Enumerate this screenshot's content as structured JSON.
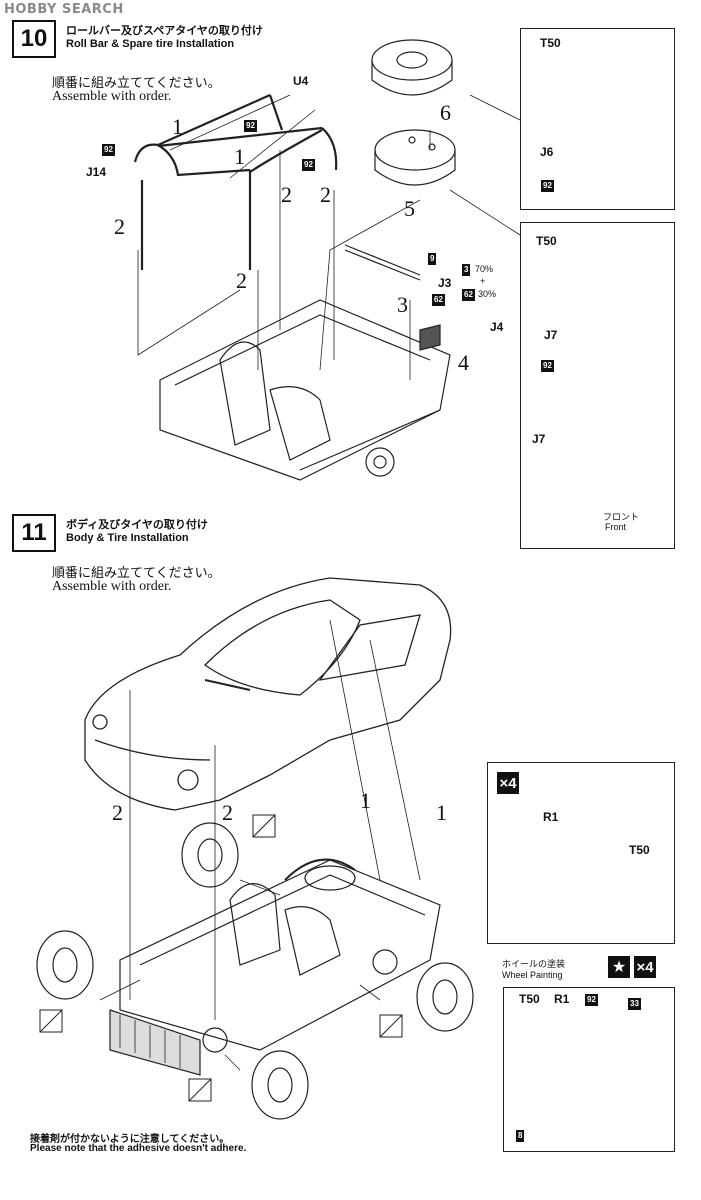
{
  "watermark": "HOBBY SEARCH",
  "step10": {
    "number": "10",
    "title_jp": "ロールバー及びスペアタイヤの取り付け",
    "title_en": "Roll Bar & Spare tire Installation",
    "instruction_jp": "順番に組み立ててください。",
    "instruction_en": "Assemble with order.",
    "parts": {
      "u4": "U4",
      "j14": "J14",
      "j3": "J3",
      "j4": "J4",
      "t50_a": "T50",
      "j6": "J6",
      "t50_b": "T50",
      "j7": "J7",
      "j7_detail": "J7"
    },
    "steps": [
      "1",
      "1",
      "2",
      "2",
      "2",
      "2",
      "3",
      "4",
      "5",
      "6"
    ],
    "paint": {
      "c92_a": "92",
      "c92_b": "92",
      "c92_c": "92",
      "c92_d": "92",
      "c92_e": "92",
      "c9": "9",
      "c3": "3",
      "p70": "70%",
      "plus": "+",
      "c62": "62",
      "p30": "30%",
      "c62_b": "62"
    },
    "front_jp": "フロント",
    "front_en": "Front"
  },
  "step11": {
    "number": "11",
    "title_jp": "ボディ及びタイヤの取り付け",
    "title_en": "Body & Tire Installation",
    "instruction_jp": "順番に組み立ててください。",
    "instruction_en": "Assemble with order.",
    "steps": [
      "2",
      "2",
      "1",
      "1"
    ],
    "x4": "×4",
    "r1": "R1",
    "t50": "T50",
    "wheel_painting_jp": "ホイールの塗装",
    "wheel_painting_en": "Wheel Painting",
    "x4b": "×4",
    "t50_b": "T50",
    "r1_b": "R1",
    "c92": "92",
    "c33": "33",
    "c8": "8"
  },
  "footer": {
    "note_jp": "接着剤が付かないように注意してください。",
    "note_en": "Please note that the adhesive doesn't adhere."
  }
}
